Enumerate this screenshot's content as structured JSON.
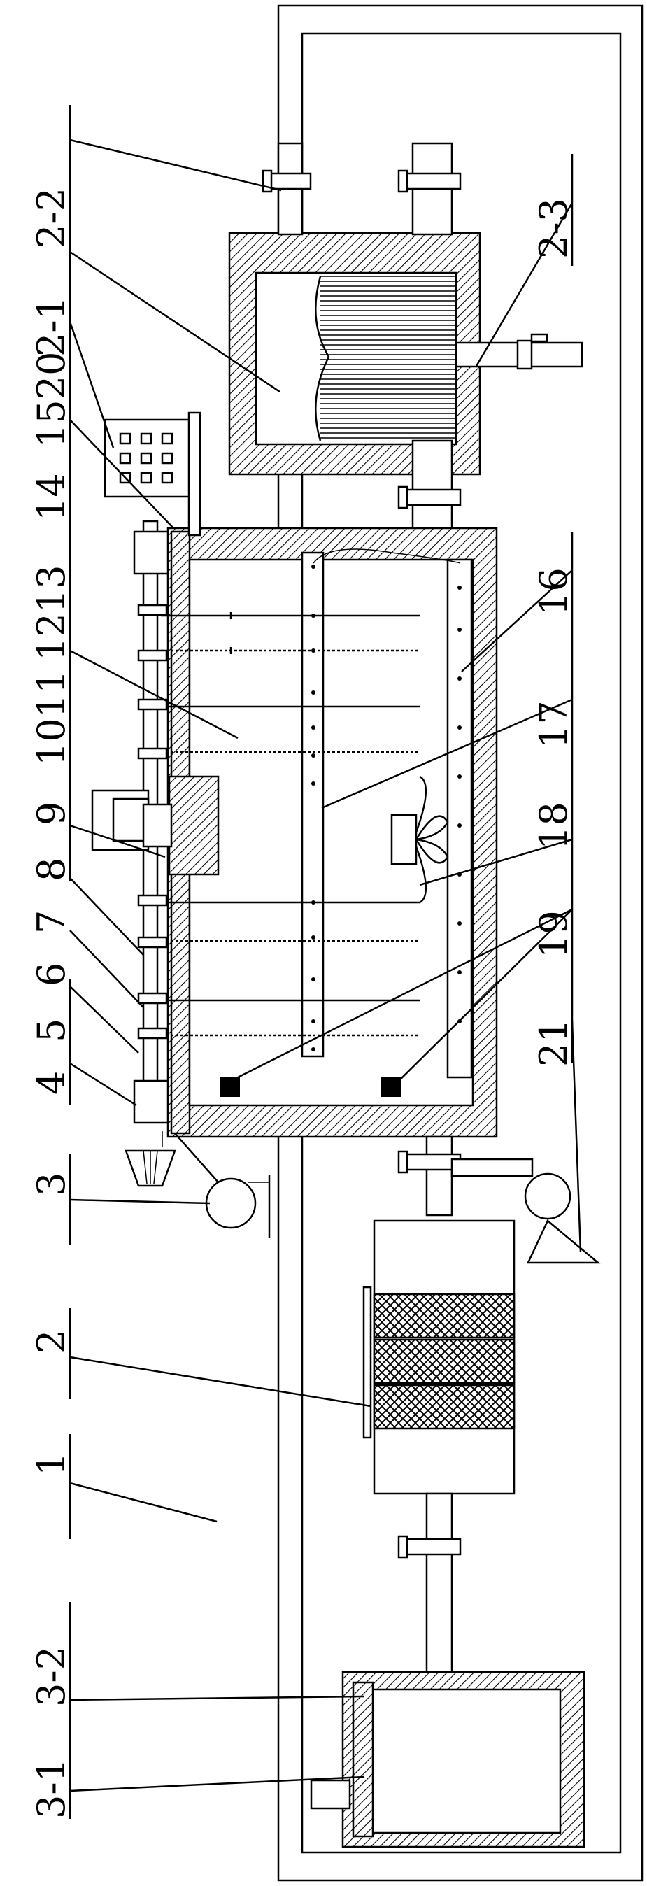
{
  "labels": {
    "l1": "1",
    "l2": "2",
    "l3": "3",
    "l3_1": "3-1",
    "l3_2": "3-2",
    "l4": "4",
    "l5": "5",
    "l6": "6",
    "l7": "7",
    "l8": "8",
    "l9": "9",
    "l1011": "1011",
    "l1213": "1213",
    "l14": "14",
    "l1520": "1520",
    "l16": "16",
    "l17": "17",
    "l18": "18",
    "l19": "19",
    "l21": "21",
    "l2_1": "2-1",
    "l2_2": "2-2",
    "l2_3": "2-3"
  }
}
